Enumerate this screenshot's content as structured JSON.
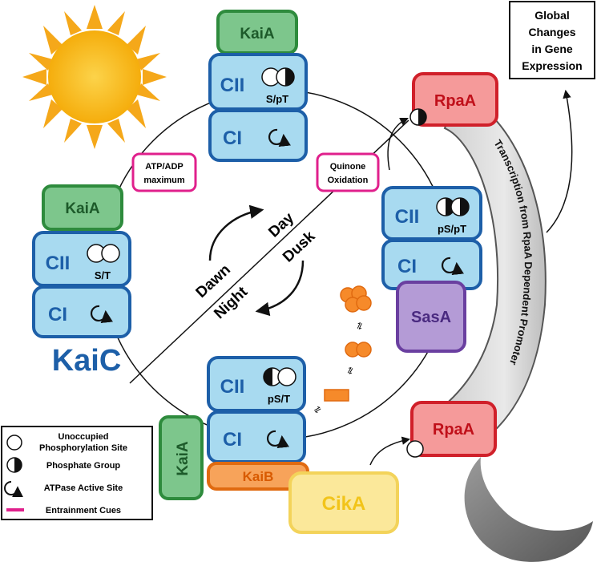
{
  "title_box": {
    "line1": "Global",
    "line2": "Changes",
    "line3": "in Gene",
    "line4": "Expression"
  },
  "proteins": {
    "kaia": "KaiA",
    "kaib": "KaiB",
    "kaic": "KaiC",
    "sasa": "SasA",
    "cika": "CikA",
    "rpaa": "RpaA",
    "cii": "CII",
    "ci": "CI"
  },
  "phospho_states": {
    "top": "S/pT",
    "left": "S/T",
    "right": "pS/pT",
    "bottom": "pS/T"
  },
  "entrainment_cues": {
    "atp_line1": "ATP/ADP",
    "atp_line2": "maximum",
    "quinone_line1": "Quinone",
    "quinone_line2": "Oxidation"
  },
  "phases": {
    "day": "Day",
    "dusk": "Dusk",
    "dawn": "Dawn",
    "night": "Night"
  },
  "band_label": "Transcription from RpaA Dependent Promoter",
  "legend": {
    "unoccupied_line1": "Unoccupied",
    "unoccupied_line2": "Phosphorylation Site",
    "phosphate": "Phosphate Group",
    "atpase": "ATPase Active Site",
    "entrainment": "Entrainment Cues"
  },
  "colors": {
    "kaia_fill": "#7dc68c",
    "kaia_stroke": "#2e8b3d",
    "kaic_fill": "#a8daf0",
    "kaic_stroke": "#1d5fa8",
    "kaib_fill": "#f7a35a",
    "kaib_stroke": "#e06a10",
    "rpaa_fill": "#f59a9a",
    "rpaa_stroke": "#d0202a",
    "sasa_fill": "#b49bd6",
    "sasa_stroke": "#6a3fa0",
    "cika_fill": "#fbe89a",
    "cika_stroke": "#f3d35a",
    "entrainment": "#e0208c",
    "sun": "#f6b80f",
    "sun_rays": "#f5a81a",
    "moon": "#808080"
  }
}
